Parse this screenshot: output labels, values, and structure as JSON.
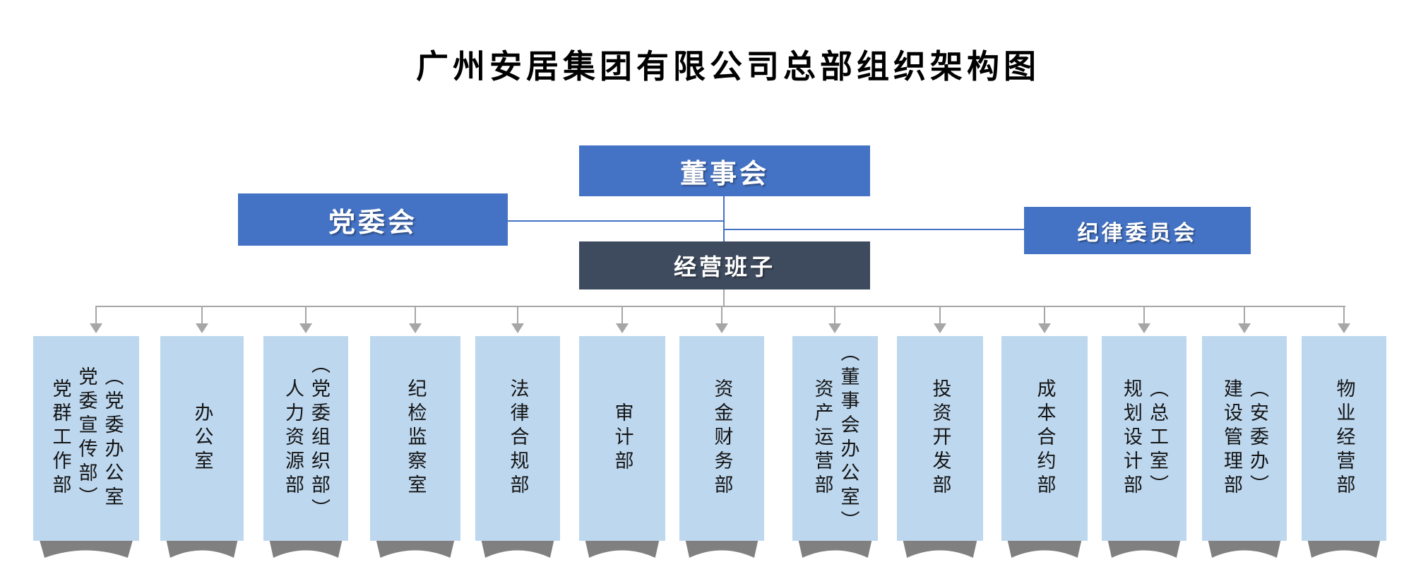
{
  "title": "广州安居集团有限公司总部组织架构图",
  "nodes": {
    "board": "董事会",
    "party_committee": "党委会",
    "discipline_committee": "纪律委员会",
    "management_team": "经营班子"
  },
  "departments": [
    {
      "label": "（党委办公室\n党委宣传部）\n党群工作部"
    },
    {
      "label": "办公室"
    },
    {
      "label": "（党委组织部）\n人力资源部"
    },
    {
      "label": "纪检监察室"
    },
    {
      "label": "法律合规部"
    },
    {
      "label": "审计部"
    },
    {
      "label": "资金财务部"
    },
    {
      "label": "（董事会办公室）\n资产运营部"
    },
    {
      "label": "投资开发部"
    },
    {
      "label": "成本合约部"
    },
    {
      "label": "（总工室）\n规划设计部"
    },
    {
      "label": "（安委办）\n建设管理部"
    },
    {
      "label": "物业经营部"
    }
  ],
  "colors": {
    "primary_blue": "#4472C4",
    "dark_slate": "#3E4A5E",
    "light_blue": "#BDD7EE",
    "connector_gray": "#A6A6A6",
    "shadow_gray": "#808080"
  }
}
